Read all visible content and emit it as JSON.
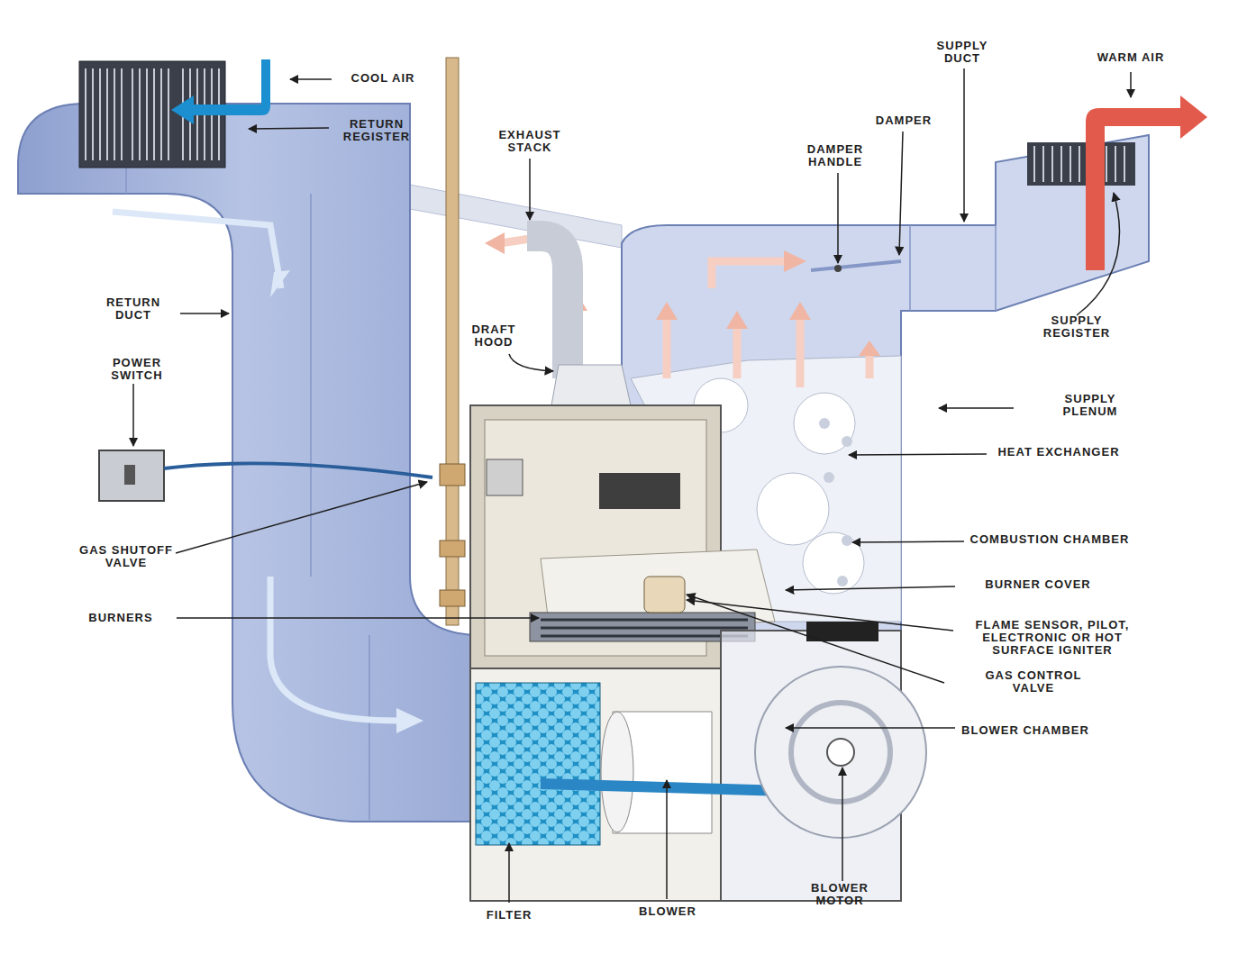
{
  "diagram": {
    "labels": [
      "COOL AIR",
      "RETURN REGISTER",
      "EXHAUST STACK",
      "SUPPLY DUCT",
      "WARM AIR",
      "DAMPER",
      "DAMPER HANDLE",
      "RETURN DUCT",
      "DRAFT HOOD",
      "SUPPLY REGISTER",
      "POWER SWITCH",
      "SUPPLY PLENUM",
      "HEAT EXCHANGER",
      "GAS SHUTOFF VALVE",
      "COMBUSTION CHAMBER",
      "BURNERS",
      "BURNER COVER",
      "FLAME SENSOR, PILOT, ELECTRONIC OR HOT SURFACE IGNITER",
      "GAS CONTROL VALVE",
      "BLOWER CHAMBER",
      "FILTER",
      "BLOWER",
      "BLOWER MOTOR"
    ]
  }
}
